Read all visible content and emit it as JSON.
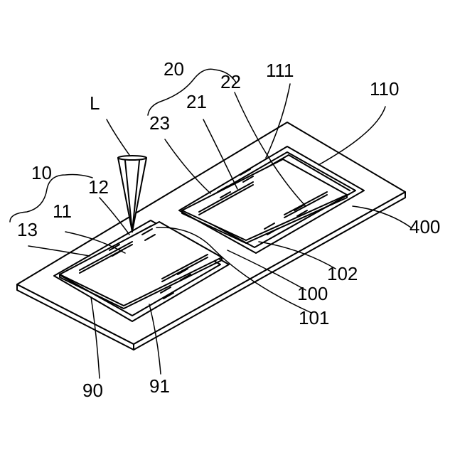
{
  "labels": {
    "l": "L",
    "n10": "10",
    "n11": "11",
    "n12": "12",
    "n13": "13",
    "n20": "20",
    "n21": "21",
    "n22": "22",
    "n23": "23",
    "n90": "90",
    "n91": "91",
    "n100": "100",
    "n101": "101",
    "n102": "102",
    "n110": "110",
    "n111": "111",
    "n400": "400"
  }
}
